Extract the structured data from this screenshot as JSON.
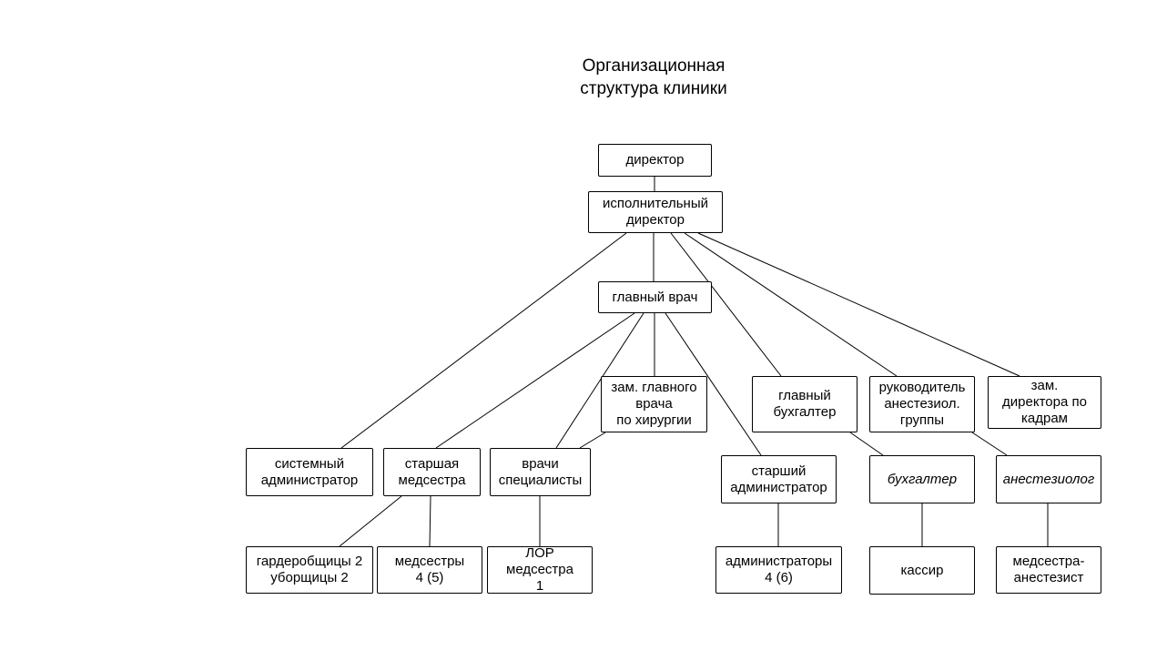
{
  "diagram": {
    "title": "Организационная\nструктура клиники",
    "nodes": [
      {
        "id": "director",
        "label": "директор"
      },
      {
        "id": "exec-director",
        "label": "исполнительный\nдиректор"
      },
      {
        "id": "chief-doctor",
        "label": "главный врач"
      },
      {
        "id": "deputy-surgery",
        "label": "зам. главного\nврача\nпо хирургии"
      },
      {
        "id": "chief-accountant",
        "label": "главный\nбухгалтер"
      },
      {
        "id": "head-anesthesia",
        "label": "руководитель\nанестезиол.\nгруппы"
      },
      {
        "id": "deputy-hr",
        "label": "зам.\nдиректора по\nкадрам"
      },
      {
        "id": "sysadmin",
        "label": "системный\nадминистратор"
      },
      {
        "id": "head-nurse",
        "label": "старшая\nмедсестра"
      },
      {
        "id": "specialists",
        "label": "врачи\nспециалисты"
      },
      {
        "id": "senior-admin",
        "label": "старший\nадминистратор"
      },
      {
        "id": "accountant",
        "label": "бухгалтер",
        "italic": true
      },
      {
        "id": "anesthesiologist",
        "label": "анестезиолог",
        "italic": true
      },
      {
        "id": "cloakroom",
        "label": "гардеробщицы 2\nуборщицы 2"
      },
      {
        "id": "nurses",
        "label": "медсестры\n4 (5)"
      },
      {
        "id": "ent-nurse",
        "label": "ЛОР\nмедсестра\n1"
      },
      {
        "id": "admins",
        "label": "администраторы\n4 (6)"
      },
      {
        "id": "cashier",
        "label": "кассир"
      },
      {
        "id": "nurse-anesthetist",
        "label": "медсестра-\nанестезист"
      }
    ],
    "edges": [
      {
        "from": "director",
        "to": "exec-director"
      },
      {
        "from": "exec-director",
        "to": "chief-doctor"
      },
      {
        "from": "exec-director",
        "to": "sysadmin"
      },
      {
        "from": "exec-director",
        "to": "chief-accountant"
      },
      {
        "from": "exec-director",
        "to": "head-anesthesia"
      },
      {
        "from": "exec-director",
        "to": "deputy-hr"
      },
      {
        "from": "chief-doctor",
        "to": "head-nurse"
      },
      {
        "from": "chief-doctor",
        "to": "specialists"
      },
      {
        "from": "chief-doctor",
        "to": "deputy-surgery"
      },
      {
        "from": "chief-doctor",
        "to": "senior-admin"
      },
      {
        "from": "deputy-surgery",
        "to": "specialists"
      },
      {
        "from": "chief-accountant",
        "to": "accountant"
      },
      {
        "from": "head-anesthesia",
        "to": "anesthesiologist"
      },
      {
        "from": "head-nurse",
        "to": "cloakroom"
      },
      {
        "from": "head-nurse",
        "to": "nurses"
      },
      {
        "from": "specialists",
        "to": "ent-nurse"
      },
      {
        "from": "senior-admin",
        "to": "admins"
      },
      {
        "from": "accountant",
        "to": "cashier"
      },
      {
        "from": "anesthesiologist",
        "to": "nurse-anesthetist"
      }
    ]
  }
}
